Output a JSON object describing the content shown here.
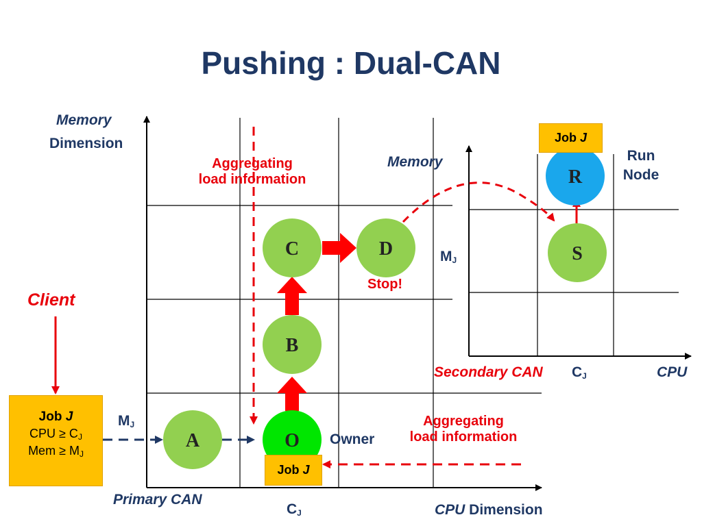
{
  "title": "Pushing : Dual-CAN",
  "primary": {
    "y_axis_label_line1": "Memory",
    "y_axis_label_line2": "Dimension",
    "x_axis_label_italic": "CPU",
    "x_axis_label_rest": " Dimension",
    "can_label": "Primary CAN",
    "mj_main": "M",
    "mj_sub": "J",
    "cj_main": "C",
    "cj_sub": "J"
  },
  "secondary": {
    "y_axis_label": "Memory",
    "x_axis_label": "CPU",
    "can_label": "Secondary CAN",
    "mj_main": "M",
    "mj_sub": "J",
    "cj_main": "C",
    "cj_sub": "J",
    "run_node_line1": "Run",
    "run_node_line2": "Node"
  },
  "nodes": {
    "A": "A",
    "O": "O",
    "B": "B",
    "C": "C",
    "D": "D",
    "S": "S",
    "R": "R"
  },
  "labels": {
    "client": "Client",
    "owner": "Owner",
    "stop": "Stop!",
    "aggregating_top_line1": "Aggregating",
    "aggregating_top_line2": "load information",
    "aggregating_bottom_line1": "Aggregating",
    "aggregating_bottom_line2": "load information"
  },
  "job_boxes": {
    "client_job": {
      "title_prefix": "Job ",
      "title_var": "J",
      "cpu_line": "CPU ≥ C",
      "cpu_sub": "J",
      "mem_line": "Mem ≥ M",
      "mem_sub": "J"
    },
    "owner_job": {
      "prefix": "Job ",
      "var": "J"
    },
    "run_job": {
      "prefix": "Job ",
      "var": "J"
    }
  },
  "colors": {
    "title": "#1F3864",
    "red": "#E8000B",
    "navy_arrow": "#1F3864",
    "node_green": "#92D050",
    "owner_green": "#00E600",
    "run_blue": "#1AA7EC",
    "job_box": "#FFC000"
  }
}
